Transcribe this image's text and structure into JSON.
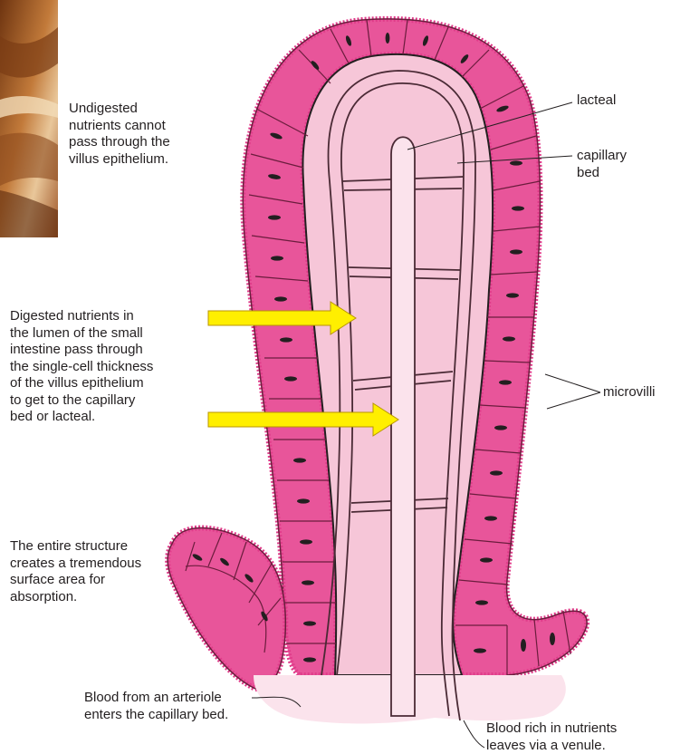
{
  "labels": {
    "undigested": "Undigested\nnutrients cannot\npass through the\nvillus epithelium.",
    "lacteal": "lacteal",
    "capillary_bed": "capillary\nbed",
    "digested": "Digested nutrients in\nthe lumen of the small\nintestine pass through\nthe single-cell thickness\nof the villus epithelium\nto get to the capillary\nbed or lacteal.",
    "microvilli": "microvilli",
    "surface_area": "The entire structure\ncreates a tremendous\nsurface area for\nabsorption.",
    "arteriole": "Blood from an arteriole\nenters the capillary bed.",
    "venule": "Blood rich in nutrients\nleaves via a venule."
  },
  "colors": {
    "epithelium": "#e8559a",
    "cell_lines": "#6b1d3d",
    "microvilli": "#e03c8a",
    "inner_tissue": "#f6c6d8",
    "capillary_outline": "#4a2a35",
    "lacteal_fill": "#fbe3ec",
    "arrow_fill": "#ffef00",
    "arrow_stroke": "#b89600",
    "leader_lines": "#231f20",
    "photo_dark": "#8a4a1c",
    "photo_light": "#d9a15c"
  }
}
